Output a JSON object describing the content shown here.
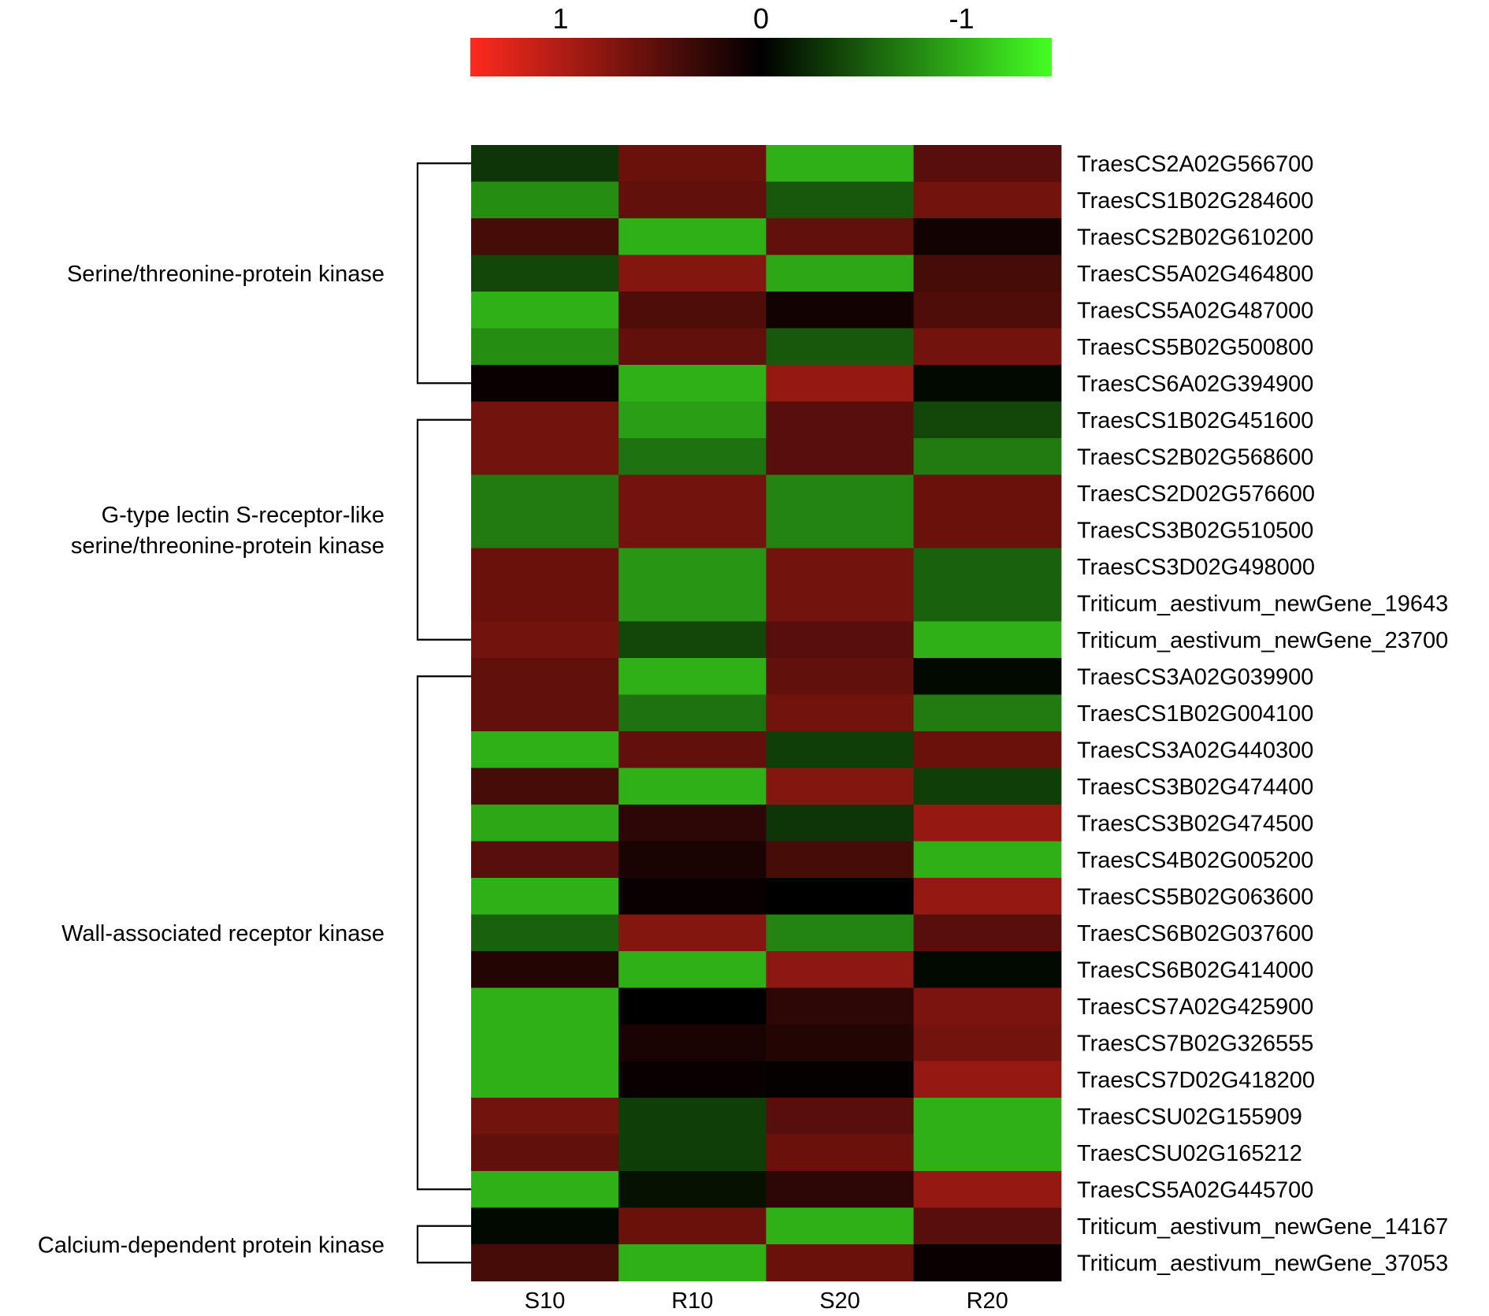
{
  "chart_data": {
    "type": "heatmap",
    "columns": [
      "S10",
      "R10",
      "S20",
      "R20"
    ],
    "rows": [
      "TraesCS2A02G566700",
      "TraesCS1B02G284600",
      "TraesCS2B02G610200",
      "TraesCS5A02G464800",
      "TraesCS5A02G487000",
      "TraesCS5B02G500800",
      "TraesCS6A02G394900",
      "TraesCS1B02G451600",
      "TraesCS2B02G568600",
      "TraesCS2D02G576600",
      "TraesCS3B02G510500",
      "TraesCS3D02G498000",
      "Triticum_aestivum_newGene_19643",
      "Triticum_aestivum_newGene_23700",
      "TraesCS3A02G039900",
      "TraesCS1B02G004100",
      "TraesCS3A02G440300",
      "TraesCS3B02G474400",
      "TraesCS3B02G474500",
      "TraesCS4B02G005200",
      "TraesCS5B02G063600",
      "TraesCS6B02G037600",
      "TraesCS6B02G414000",
      "TraesCS7A02G425900",
      "TraesCS7B02G326555",
      "TraesCS7D02G418200",
      "TraesCSU02G155909",
      "TraesCSU02G165212",
      "TraesCS5A02G445700",
      "Triticum_aestivum_newGene_14167",
      "Triticum_aestivum_newGene_37053"
    ],
    "values": [
      [
        -0.3,
        0.6,
        -1.0,
        0.5
      ],
      [
        -0.8,
        0.55,
        -0.5,
        0.65
      ],
      [
        0.4,
        -1.0,
        0.55,
        0.1
      ],
      [
        -0.4,
        0.75,
        -0.95,
        0.4
      ],
      [
        -1.0,
        0.45,
        0.1,
        0.45
      ],
      [
        -0.8,
        0.55,
        -0.5,
        0.65
      ],
      [
        0.05,
        -1.0,
        0.85,
        -0.05
      ],
      [
        0.65,
        -0.9,
        0.5,
        -0.4
      ],
      [
        0.65,
        -0.65,
        0.5,
        -0.7
      ],
      [
        -0.7,
        0.65,
        -0.75,
        0.6
      ],
      [
        -0.7,
        0.65,
        -0.75,
        0.6
      ],
      [
        0.6,
        -0.85,
        0.65,
        -0.55
      ],
      [
        0.6,
        -0.85,
        0.65,
        -0.55
      ],
      [
        0.65,
        -0.4,
        0.5,
        -1.0
      ],
      [
        0.55,
        -1.0,
        0.55,
        -0.05
      ],
      [
        0.55,
        -0.65,
        0.65,
        -0.7
      ],
      [
        -1.0,
        0.55,
        -0.35,
        0.6
      ],
      [
        0.4,
        -1.0,
        0.75,
        -0.35
      ],
      [
        -0.95,
        0.25,
        -0.3,
        0.85
      ],
      [
        0.5,
        0.15,
        0.4,
        -1.0
      ],
      [
        -1.0,
        0.05,
        0.0,
        0.85
      ],
      [
        -0.55,
        0.75,
        -0.75,
        0.5
      ],
      [
        0.2,
        -1.0,
        0.8,
        -0.05
      ],
      [
        -1.0,
        0.0,
        0.25,
        0.7
      ],
      [
        -1.0,
        0.15,
        0.2,
        0.65
      ],
      [
        -1.0,
        0.05,
        0.02,
        0.85
      ],
      [
        0.65,
        -0.35,
        0.5,
        -1.0
      ],
      [
        0.55,
        -0.35,
        0.6,
        -1.0
      ],
      [
        -1.0,
        -0.1,
        0.25,
        0.85
      ],
      [
        -0.05,
        0.6,
        -1.0,
        0.5
      ],
      [
        0.4,
        -1.0,
        0.6,
        0.05
      ]
    ],
    "groups": [
      {
        "label_lines": [
          "Serine/threonine-protein kinase"
        ],
        "start": 0,
        "end": 6
      },
      {
        "label_lines": [
          "G-type lectin S-receptor-like",
          "serine/threonine-protein kinase"
        ],
        "start": 7,
        "end": 13
      },
      {
        "label_lines": [
          "Wall-associated receptor kinase"
        ],
        "start": 14,
        "end": 28
      },
      {
        "label_lines": [
          "Calcium-dependent protein kinase"
        ],
        "start": 29,
        "end": 30
      }
    ],
    "colorbar": {
      "ticks": [
        {
          "value": 1,
          "label": "1"
        },
        {
          "value": 0,
          "label": "0"
        },
        {
          "value": -1,
          "label": "-1"
        }
      ],
      "high_color": "#ff2a1e",
      "mid_color": "#000000",
      "low_color": "#44ff22",
      "vmin": -1.45,
      "vmax": 1.45
    }
  }
}
